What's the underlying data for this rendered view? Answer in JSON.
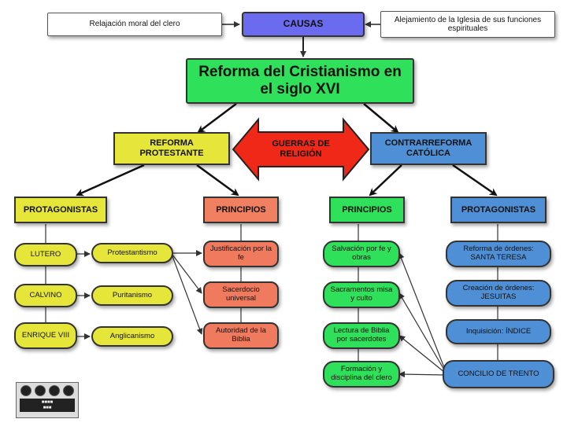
{
  "causas": {
    "title": "CAUSAS",
    "left": "Relajación moral del clero",
    "right": "Alejamiento de la Iglesia de sus funciones espirituales"
  },
  "main_title": "Reforma del Cristianismo en el siglo XVI",
  "guerras": "GUERRAS DE RELIGIÓN",
  "reforma": {
    "title": "REFORMA PROTESTANTE",
    "protagonistas": {
      "title": "PROTAGONISTAS",
      "items": [
        "LUTERO",
        "CALVINO",
        "ENRIQUE VIII"
      ],
      "doctrines": [
        "Protestantismo",
        "Puritanismo",
        "Anglicanismo"
      ]
    },
    "principios": {
      "title": "PRINCIPIOS",
      "items": [
        "Justificación por la fe",
        "Sacerdocio universal",
        "Autoridad de la Biblia"
      ]
    }
  },
  "contrarreforma": {
    "title": "CONTRARREFORMA CATÓLICA",
    "principios": {
      "title": "PRINCIPIOS",
      "items": [
        "Salvación por fe y obras",
        "Sacramentos misa y culto",
        "Lectura de Biblia por sacerdotes",
        "Formación y disciplina del clero"
      ]
    },
    "protagonistas": {
      "title": "PROTAGONISTAS",
      "items": [
        "Reforma de órdenes: SANTA TERESA",
        "Creación de órdenes: JESUITAS",
        "Inquisición: ÍNDICE",
        "CONCILIO DE TRENTO"
      ]
    }
  },
  "colors": {
    "causas": "#6b6bf0",
    "main": "#2ee05a",
    "yellow": "#e6e63a",
    "red": "#f07a5e",
    "green": "#2ee05a",
    "blue": "#4f8fd6",
    "arrow_red": "#f02818"
  },
  "license_badge": {
    "icons": [
      "cc-icon",
      "by-icon",
      "nc-icon",
      "sa-icon"
    ]
  }
}
